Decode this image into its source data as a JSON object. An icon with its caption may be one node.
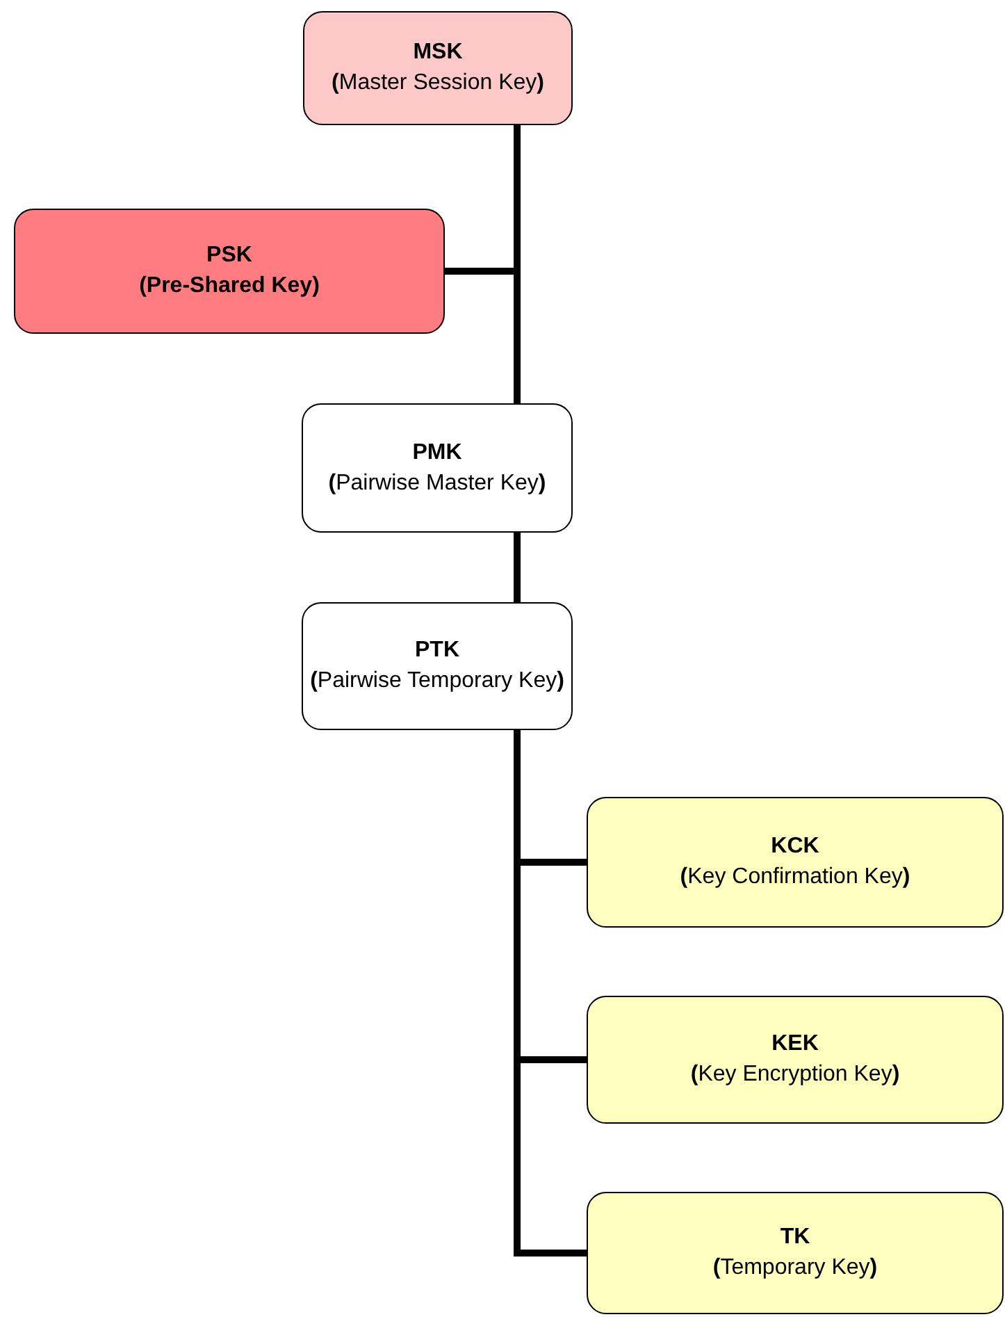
{
  "diagram": {
    "nodes": [
      {
        "text": [
          "MSK",
          "**(**Master Session Key**)**"
        ]
      },
      {
        "text": [
          "PSK",
          "(Pre-Shared Key)"
        ]
      },
      {
        "text": [
          "PMK",
          "**(**Pairwise Master Key**)**"
        ]
      },
      {
        "text": [
          "PTK",
          "**(**Pairwise Temporary Key**)**"
        ]
      },
      {
        "text": [
          "KCK",
          "**(**Key Confirmation Key**)**"
        ]
      },
      {
        "text": [
          "KEK",
          "**(**Key Encryption Key**)**"
        ]
      },
      {
        "text": [
          "TK",
          "**(**Temporary Key**)**"
        ]
      }
    ],
    "edges": [
      {
        "from": 0,
        "to": 2,
        "arrow": "none"
      },
      {
        "from": 1,
        "to": 2,
        "arrow": "none"
      },
      {
        "from": 2,
        "to": 3,
        "arrow": "none"
      },
      {
        "from": 3,
        "to": 4,
        "arrow": "none"
      },
      {
        "from": 3,
        "to": 5,
        "arrow": "none"
      },
      {
        "from": 3,
        "to": 6,
        "arrow": "none"
      }
    ]
  }
}
